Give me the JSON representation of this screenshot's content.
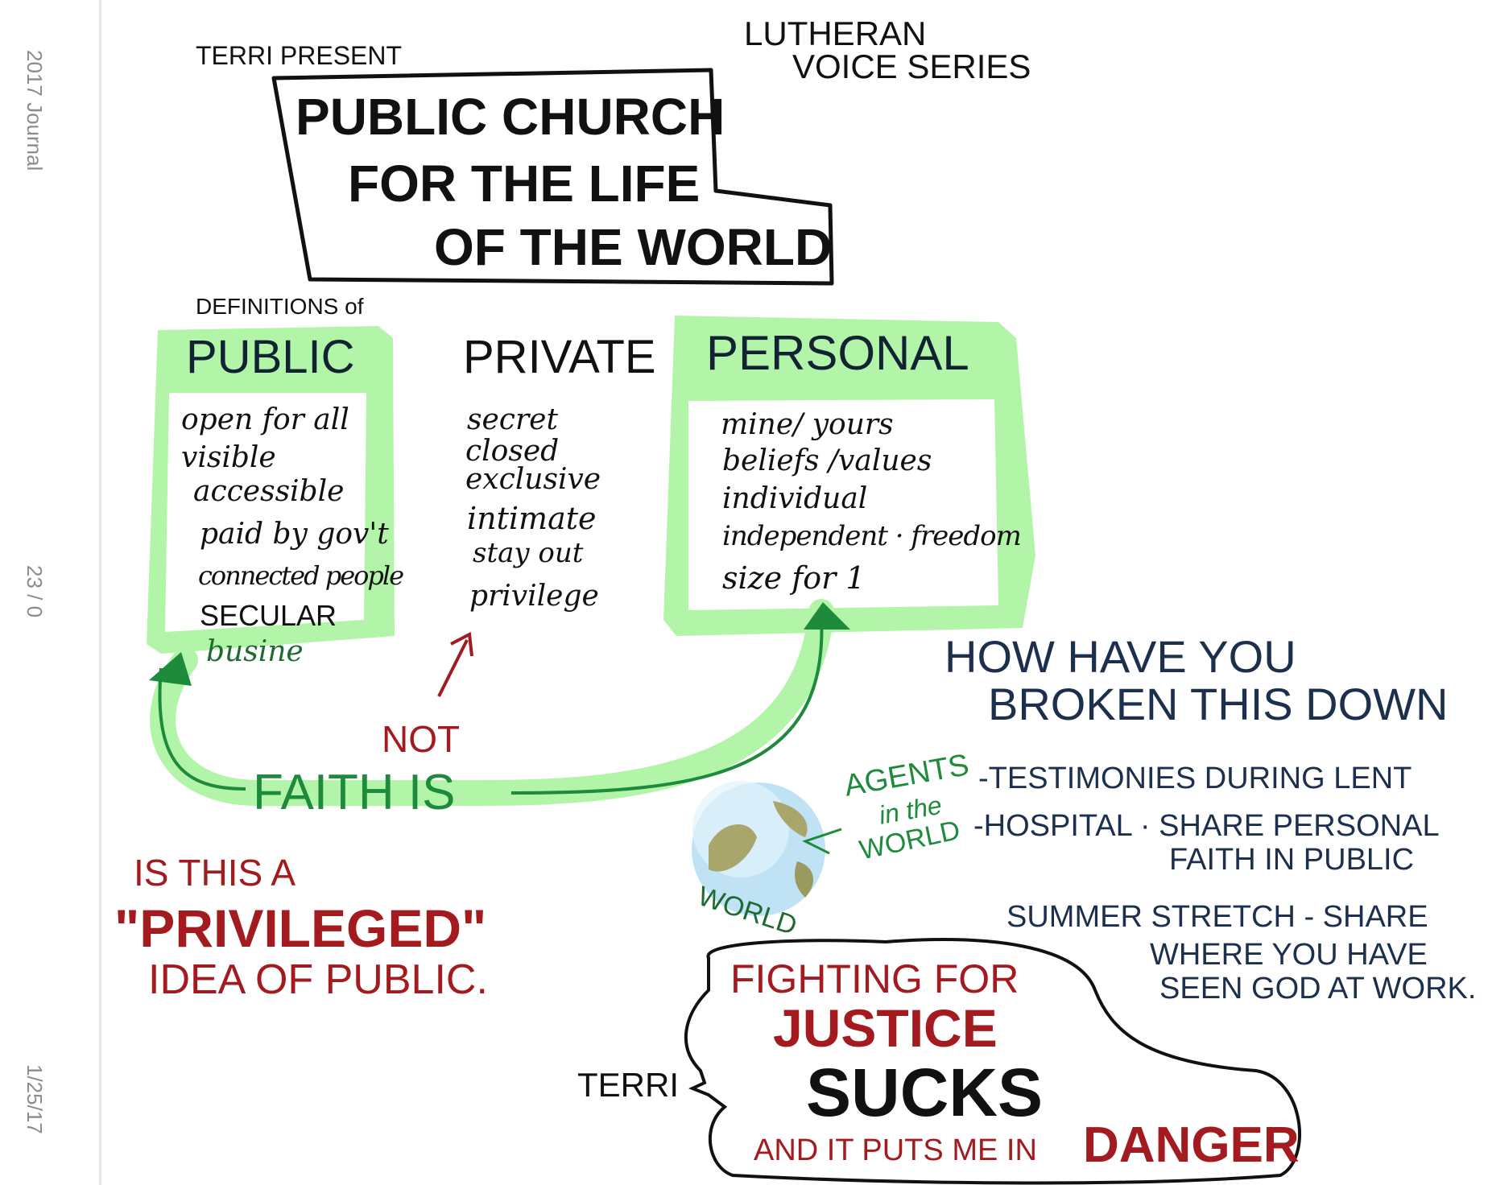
{
  "sidebar": {
    "journal_title": "2017 Journal",
    "page_counter": "23 / 0",
    "date": "1/25/17"
  },
  "header": {
    "presenter": "TERRI PRESENT",
    "series_line1": "LUTHERAN",
    "series_line2": "VOICE SERIES"
  },
  "title_box": {
    "line1": "PUBLIC CHURCH",
    "line2": "FOR THE LIFE",
    "line3": "OF THE WORLD"
  },
  "definitions_label": "DEFINITIONS of",
  "columns": {
    "public": {
      "heading": "PUBLIC",
      "items": [
        "open for all",
        "visible",
        "accessible",
        "paid by gov't",
        "connected people",
        "SECULAR",
        "busine"
      ]
    },
    "private": {
      "heading": "PRIVATE",
      "items": [
        "secret",
        "closed",
        "exclusive",
        "intimate",
        "stay out",
        "privilege"
      ]
    },
    "personal": {
      "heading": "PERSONAL",
      "items": [
        "mine/ yours",
        "beliefs /values",
        "individual",
        "independent · freedom",
        "size for 1"
      ]
    }
  },
  "faith": {
    "label": "FAITH IS",
    "not_label": "NOT"
  },
  "world": {
    "globe_label": "WORLD",
    "agents_line1": "AGENTS",
    "agents_line2": "in the",
    "agents_line3": "WORLD"
  },
  "question": {
    "line1": "HOW HAVE YOU",
    "line2": "BROKEN THIS DOWN",
    "item1": "-TESTIMONIES DURING LENT",
    "item2_line1": "-HOSPITAL · SHARE PERSONAL",
    "item2_line2": "FAITH IN PUBLIC",
    "item3_line1": "SUMMER STRETCH - SHARE",
    "item3_line2": "WHERE YOU HAVE",
    "item3_line3": "SEEN GOD AT WORK."
  },
  "privileged": {
    "line1": "IS THIS A",
    "line2": "\"PRIVILEGED\"",
    "line3": "IDEA OF PUBLIC."
  },
  "bubble": {
    "speaker": "TERRI",
    "line1": "FIGHTING FOR",
    "line2": "JUSTICE",
    "line3": "SUCKS",
    "line4": "AND IT PUTS ME IN",
    "line5": "DANGER"
  },
  "colors": {
    "green_highlight": "#b3f5a8",
    "green_ink": "#1e8a3c",
    "red_ink": "#a31a1f",
    "navy_ink": "#1c2f4d",
    "sidebar_text": "#8c8c8c"
  }
}
